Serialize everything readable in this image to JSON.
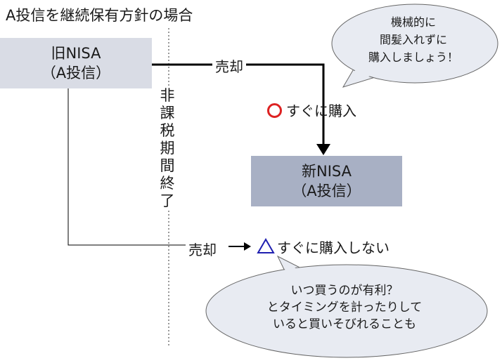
{
  "title": "A投信を継続保有方針の場合",
  "old_nisa": {
    "line1": "旧NISA",
    "line2": "（A投信）"
  },
  "new_nisa": {
    "line1": "新NISA",
    "line2": "（A投信）"
  },
  "sell_label_top": "売却",
  "buy_immediately": "すぐに購入",
  "sell_label_bottom": "売却",
  "arrow": "→",
  "buy_not_immediately": "すぐに購入しない",
  "period_end_vertical": "非課税期間終了",
  "bubble_top": {
    "line1": "機械的に",
    "line2": "間髪入れずに",
    "line3": "購入しましょう！"
  },
  "bubble_bottom": {
    "line1": "いつ買うのが有利？",
    "line2": "とタイミングを計ったりして",
    "line3": "いると買いそびれることも"
  },
  "colors": {
    "circle_mark": "#dd2222",
    "triangle_mark": "#1f1fb0",
    "old_box": "#d9dce5",
    "new_box": "#a8b0c4",
    "bubble_fill": "#e8ebf2"
  }
}
